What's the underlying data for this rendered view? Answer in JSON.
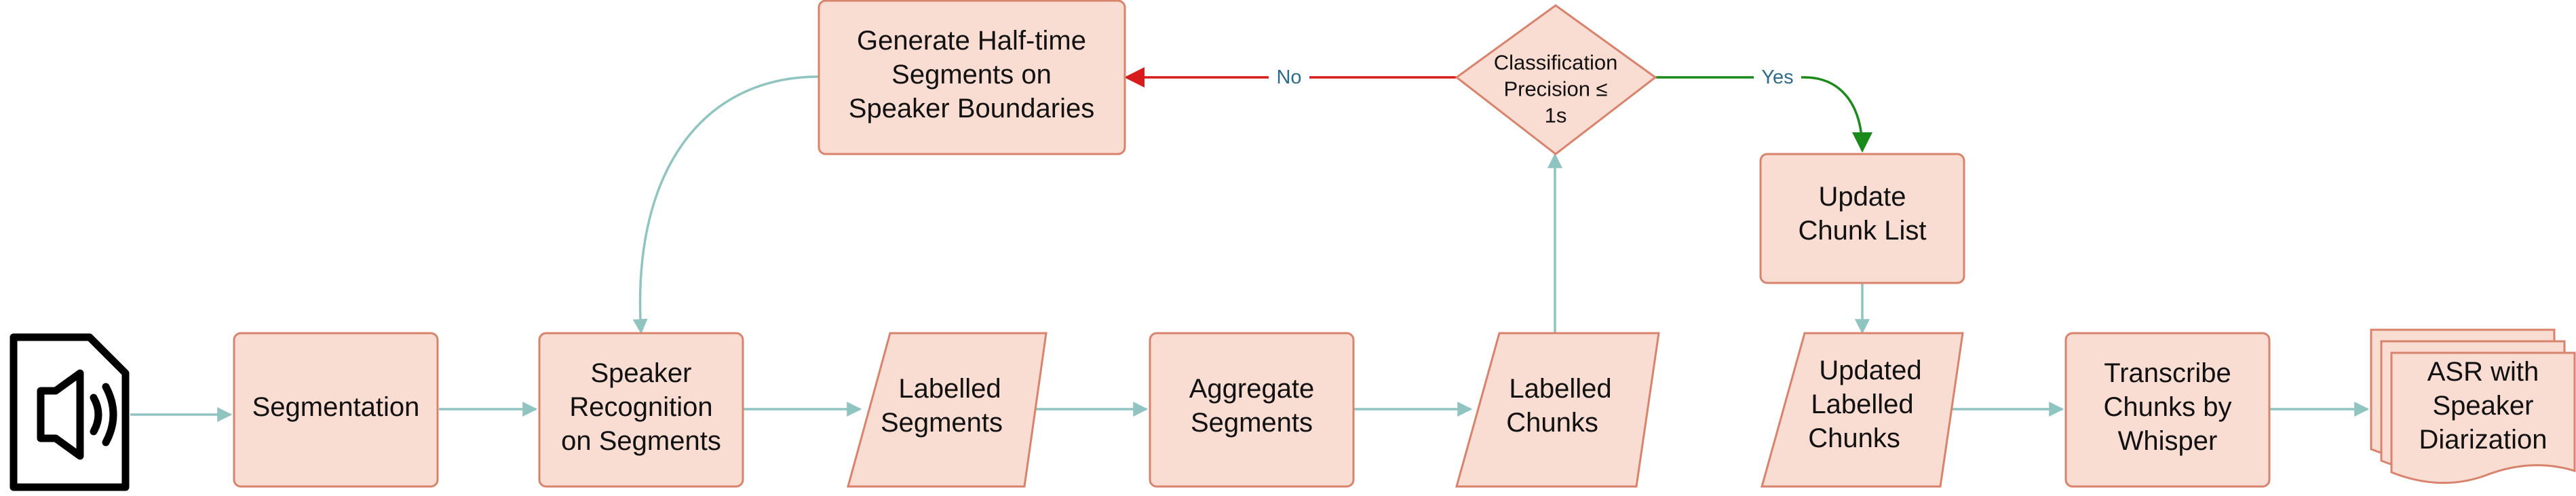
{
  "nodes": {
    "segmentation": [
      "Segmentation"
    ],
    "speaker_recognition": [
      "Speaker",
      "Recognition",
      "on Segments"
    ],
    "labelled_segments": [
      "Labelled",
      "Segments"
    ],
    "aggregate_segments": [
      "Aggregate",
      "Segments"
    ],
    "labelled_chunks": [
      "Labelled",
      "Chunks"
    ],
    "classification_precision": [
      "Classification",
      "Precision ≤",
      "1s"
    ],
    "generate_half_time": [
      "Generate Half-time",
      "Segments on",
      "Speaker Boundaries"
    ],
    "update_chunk_list": [
      "Update",
      "Chunk List"
    ],
    "updated_labelled_chunks": [
      "Updated",
      "Labelled",
      "Chunks"
    ],
    "transcribe_chunks": [
      "Transcribe",
      "Chunks by",
      "Whisper"
    ],
    "asr_output": [
      "ASR with",
      "Speaker",
      "Diarization"
    ]
  },
  "edge_labels": {
    "no": "No",
    "yes": "Yes"
  },
  "icons": {
    "audio_input": "audio-file-icon"
  },
  "colors": {
    "node_fill": "#f9dcd2",
    "node_stroke": "#d9826c",
    "edge": "#8fc4c1",
    "no_edge": "#d81c1c",
    "yes_edge": "#1a8a1a",
    "label_text": "#2e6b8a"
  }
}
